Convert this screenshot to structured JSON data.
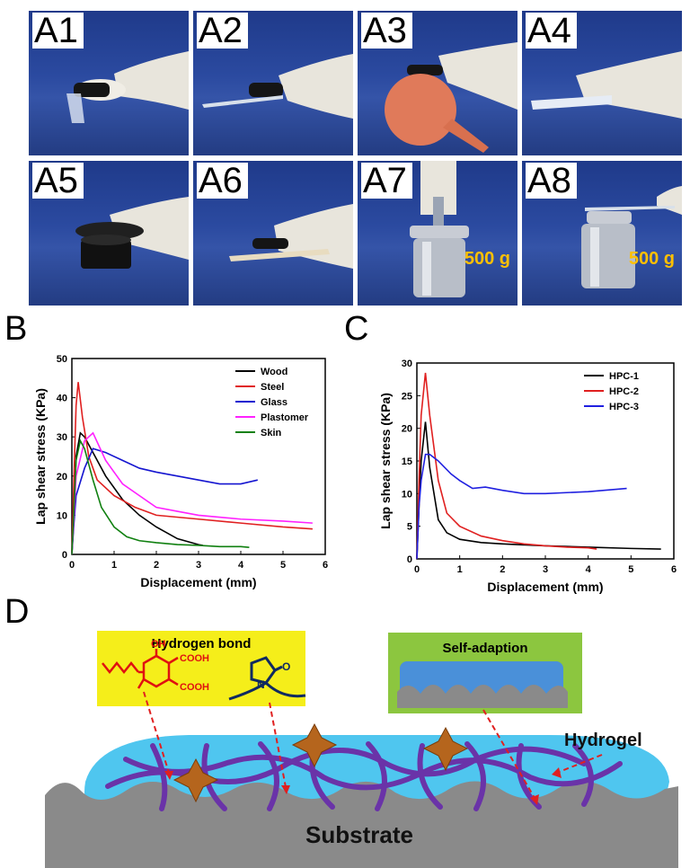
{
  "photos": {
    "labels": [
      "A1",
      "A2",
      "A3",
      "A4",
      "A5",
      "A6",
      "A7",
      "A8"
    ],
    "weight_text": "500 g"
  },
  "panel_letters": {
    "b": "B",
    "c": "C",
    "d": "D"
  },
  "chart_data": [
    {
      "type": "line",
      "panel": "B",
      "xlabel": "Displacement (mm)",
      "ylabel": "Lap shear stress (KPa)",
      "xlim": [
        0,
        6
      ],
      "ylim": [
        0,
        50
      ],
      "xticks": [
        0,
        1,
        2,
        3,
        4,
        5,
        6
      ],
      "yticks": [
        0,
        10,
        20,
        30,
        40,
        50
      ],
      "legend_position": "top-right",
      "series": [
        {
          "name": "Wood",
          "color": "#000000",
          "x": [
            0,
            0.05,
            0.1,
            0.2,
            0.3,
            0.5,
            0.8,
            1.2,
            1.6,
            2.0,
            2.5,
            3.0,
            3.1
          ],
          "y": [
            0,
            10,
            25,
            31,
            30,
            26,
            20,
            14,
            10,
            7,
            4,
            2.5,
            2.3
          ]
        },
        {
          "name": "Steel",
          "color": "#e02020",
          "x": [
            0,
            0.05,
            0.1,
            0.15,
            0.25,
            0.4,
            0.6,
            1.0,
            1.5,
            2.0,
            3.0,
            4.0,
            5.0,
            5.7
          ],
          "y": [
            0,
            20,
            38,
            44,
            35,
            25,
            19,
            15,
            12,
            10,
            9,
            8,
            7,
            6.5
          ]
        },
        {
          "name": "Glass",
          "color": "#1515d0",
          "x": [
            0,
            0.05,
            0.1,
            0.3,
            0.5,
            0.8,
            1.2,
            1.6,
            2.0,
            2.5,
            3.0,
            3.5,
            4.0,
            4.4
          ],
          "y": [
            0,
            8,
            15,
            22,
            27,
            26,
            24,
            22,
            21,
            20,
            19,
            18,
            18,
            19
          ]
        },
        {
          "name": "Plastomer",
          "color": "#ff20ff",
          "x": [
            0,
            0.05,
            0.1,
            0.3,
            0.5,
            0.8,
            1.2,
            1.6,
            2.0,
            2.5,
            3.0,
            4.0,
            5.0,
            5.7
          ],
          "y": [
            0,
            10,
            20,
            29,
            31,
            24,
            18,
            15,
            12,
            11,
            10,
            9,
            8.5,
            8
          ]
        },
        {
          "name": "Skin",
          "color": "#108010",
          "x": [
            0,
            0.05,
            0.1,
            0.2,
            0.3,
            0.5,
            0.7,
            1.0,
            1.3,
            1.6,
            2.0,
            2.5,
            3.0,
            3.5,
            4.0,
            4.2
          ],
          "y": [
            0,
            12,
            24,
            29,
            27,
            19,
            12,
            7,
            4.5,
            3.5,
            3,
            2.5,
            2.3,
            2,
            2,
            1.8
          ]
        }
      ]
    },
    {
      "type": "line",
      "panel": "C",
      "xlabel": "Displacement (mm)",
      "ylabel": "Lap shear stress (KPa)",
      "xlim": [
        0,
        6
      ],
      "ylim": [
        0,
        30
      ],
      "xticks": [
        0,
        1,
        2,
        3,
        4,
        5,
        6
      ],
      "yticks": [
        0,
        5,
        10,
        15,
        20,
        25,
        30
      ],
      "legend_position": "top-right",
      "series": [
        {
          "name": "HPC-1",
          "color": "#000000",
          "x": [
            0,
            0.05,
            0.1,
            0.2,
            0.3,
            0.5,
            0.7,
            1.0,
            1.5,
            2.0,
            3.0,
            4.0,
            5.0,
            5.7
          ],
          "y": [
            0,
            8,
            15,
            21,
            14,
            6,
            4,
            3,
            2.5,
            2.3,
            2,
            1.8,
            1.6,
            1.5
          ]
        },
        {
          "name": "HPC-2",
          "color": "#e02020",
          "x": [
            0,
            0.05,
            0.1,
            0.2,
            0.3,
            0.5,
            0.7,
            1.0,
            1.5,
            2.0,
            2.5,
            3.0,
            3.5,
            4.0,
            4.2
          ],
          "y": [
            0,
            12,
            22,
            28.5,
            22,
            12,
            7,
            5,
            3.5,
            2.8,
            2.3,
            2,
            1.8,
            1.7,
            1.5
          ]
        },
        {
          "name": "HPC-3",
          "color": "#2020e0",
          "x": [
            0,
            0.05,
            0.1,
            0.2,
            0.3,
            0.5,
            0.8,
            1.0,
            1.3,
            1.6,
            2.0,
            2.5,
            3.0,
            4.0,
            4.9
          ],
          "y": [
            0,
            8,
            12,
            16,
            16,
            15,
            13,
            12,
            10.8,
            11,
            10.5,
            10,
            10,
            10.3,
            10.8
          ]
        }
      ]
    }
  ],
  "diagram": {
    "hydrogen_bond_title": "Hydrogen bond",
    "self_adaption_title": "Self-adaption",
    "cooh_1": "COOH",
    "cooh_2": "COOH",
    "oh": "OH",
    "n": "N",
    "o": "O",
    "hydrogel_label": "Hydrogel",
    "substrate_label": "Substrate"
  }
}
